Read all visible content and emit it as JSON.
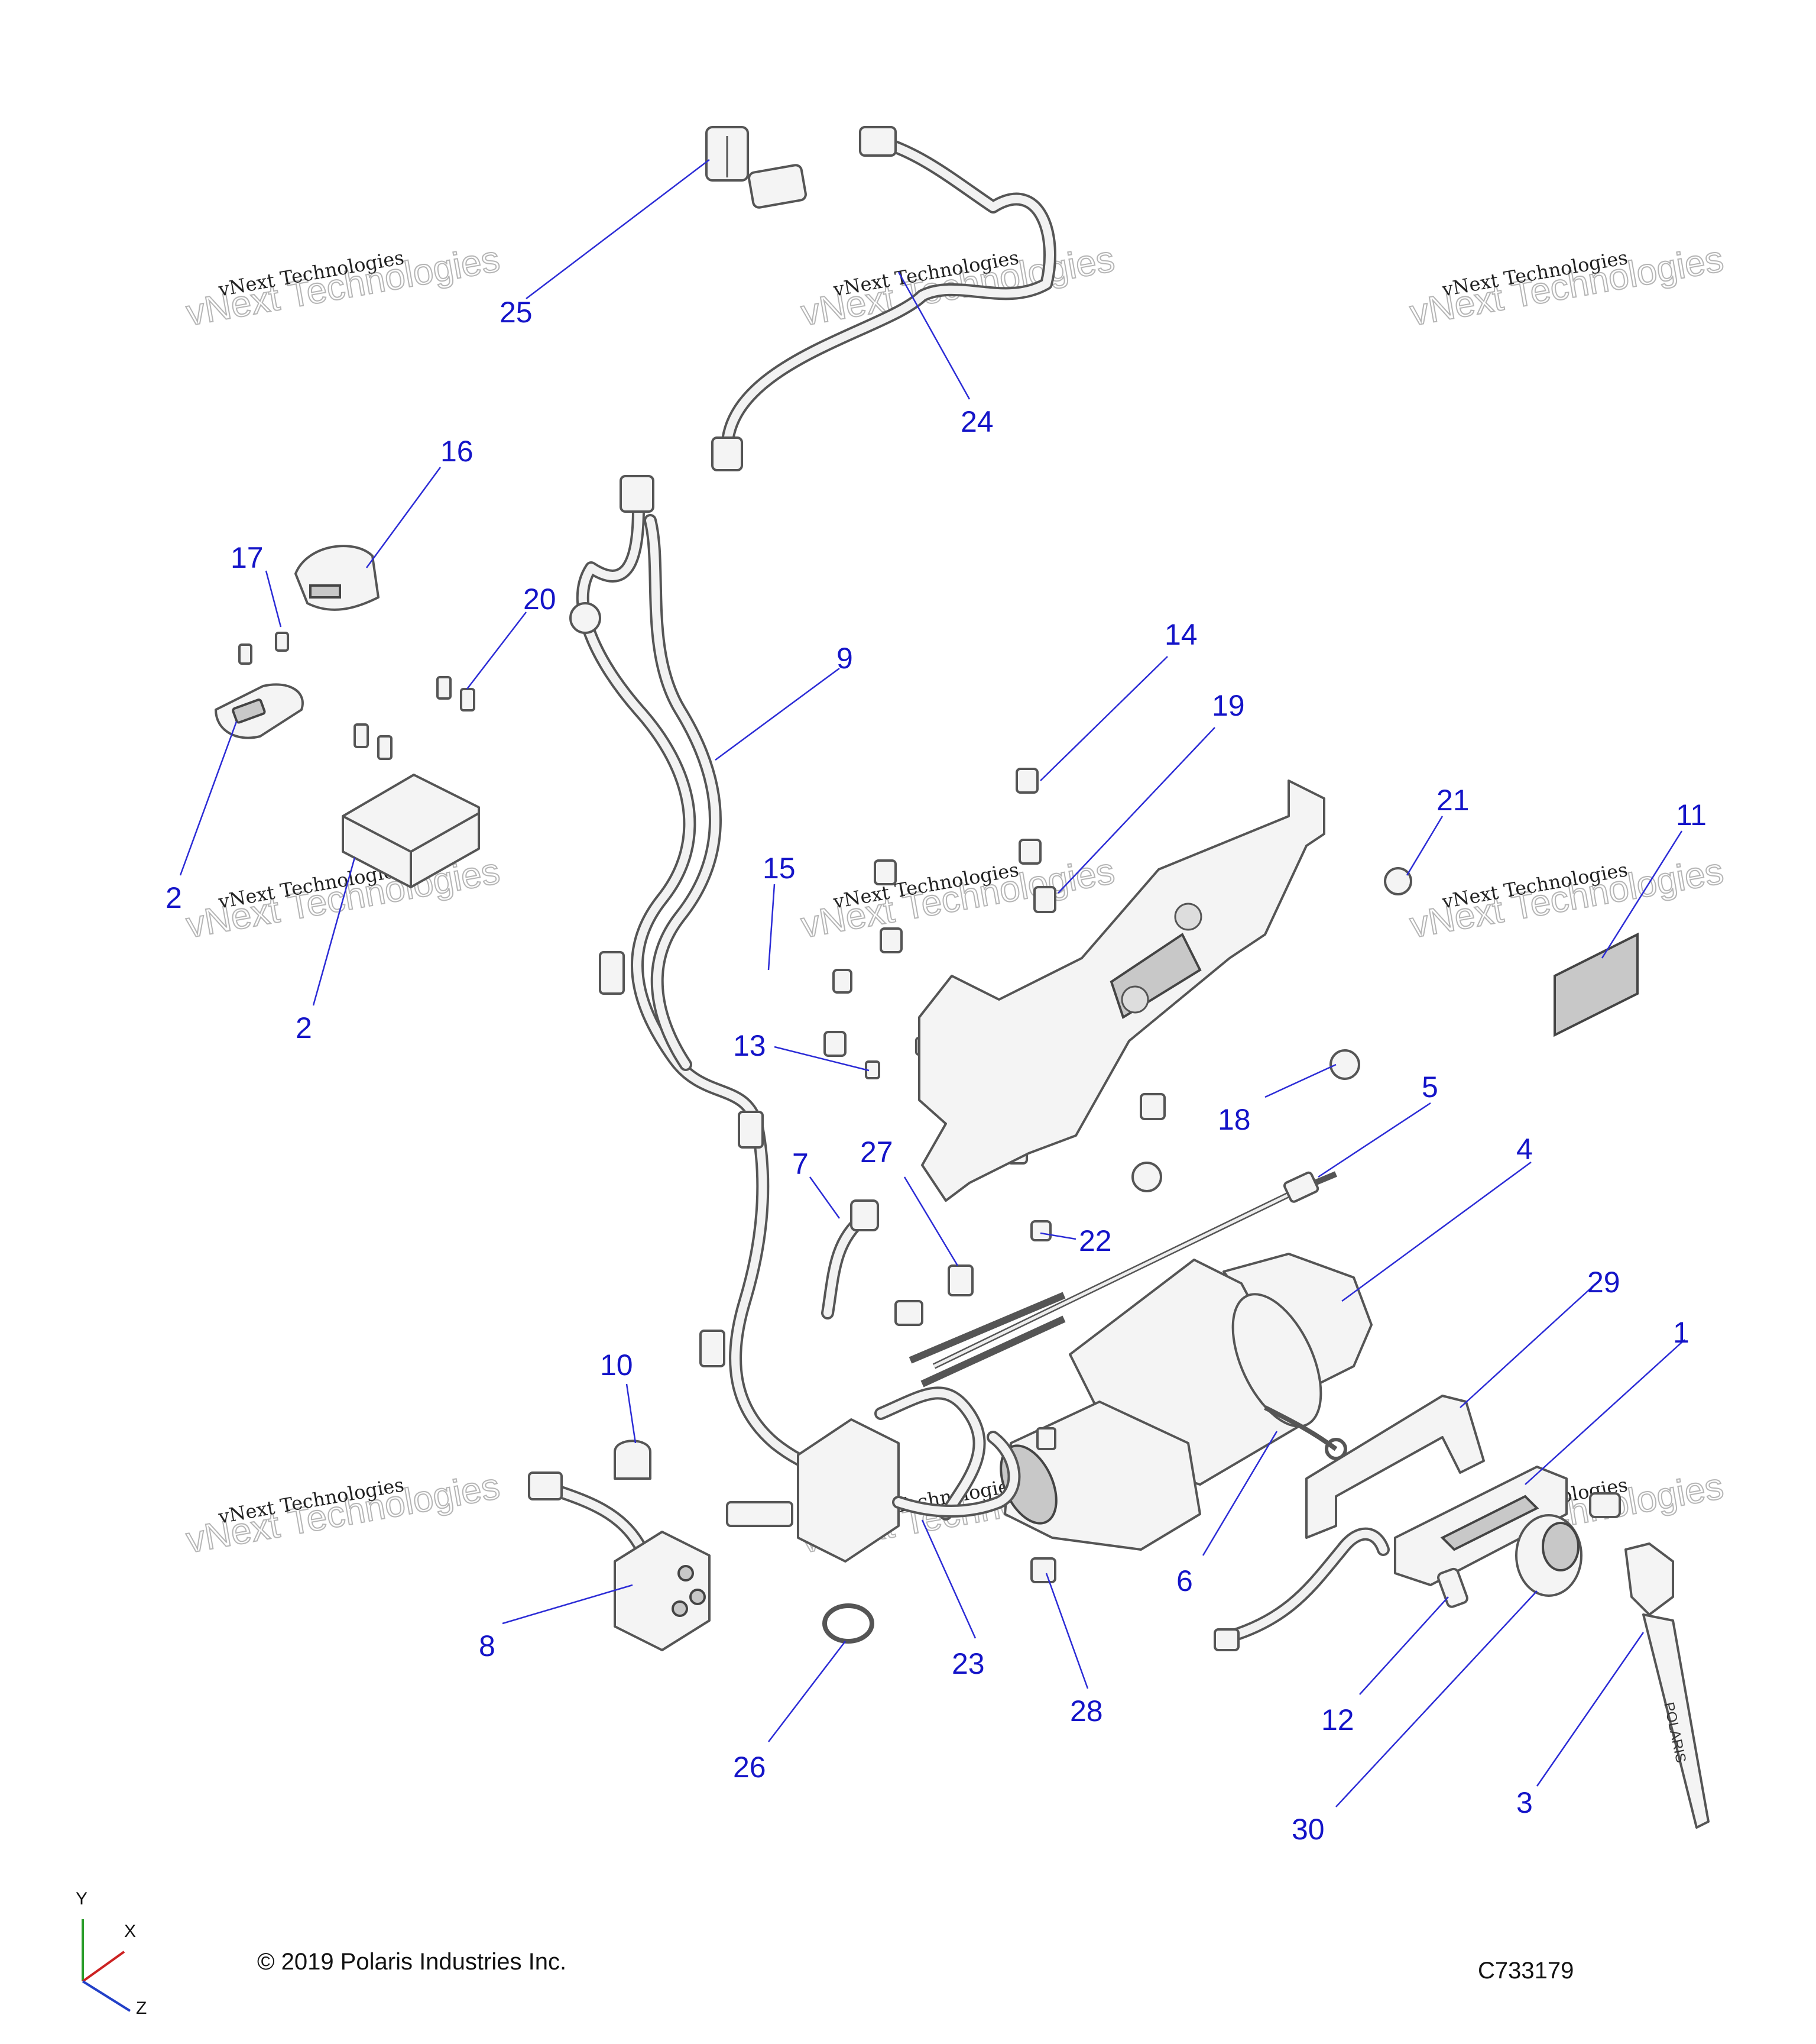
{
  "footer": {
    "copyright": "© 2019 Polaris Industries Inc.",
    "drawing_id": "C733179"
  },
  "watermark": {
    "line1": "vNext Technologies",
    "line2": "vNext Technologies"
  },
  "axes": {
    "y": "Y",
    "x": "X",
    "z": "Z"
  },
  "callouts": [
    "25",
    "24",
    "16",
    "17",
    "20",
    "9",
    "14",
    "19",
    "21",
    "11",
    "2",
    "2",
    "15",
    "13",
    "18",
    "5",
    "7",
    "27",
    "22",
    "4",
    "29",
    "1",
    "10",
    "6",
    "8",
    "23",
    "28",
    "12",
    "26",
    "30",
    "3"
  ],
  "part_branding": "POLARIS",
  "colors": {
    "callout": "#1414c8",
    "leader": "#2b2bd6",
    "part_outline": "#555555",
    "watermark": "#b5b5b5"
  }
}
